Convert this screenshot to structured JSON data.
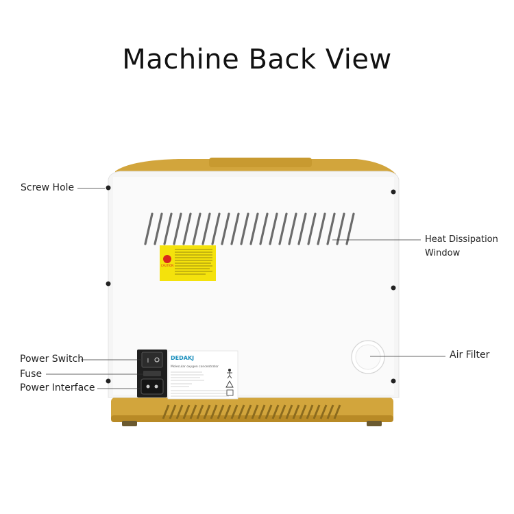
{
  "title": "Machine Back View",
  "labels": {
    "screw_hole": "Screw Hole",
    "heat_dissipation_line1": "Heat Dissipation",
    "heat_dissipation_line2": "Window",
    "air_filter": "Air Filter",
    "power_switch": "Power Switch",
    "fuse": "Fuse",
    "power_interface": "Power Interface"
  },
  "nameplate": {
    "brand": "DEDAKJ",
    "product": "Molecular oxygen concentrator"
  },
  "warning_sticker": {
    "badge": "CAUTION"
  },
  "colors": {
    "body": "#f7f7f7",
    "gold": "#d2a53c",
    "gold_dark": "#b88a26",
    "vent": "#6b6b6b",
    "sticker": "#f4e20c",
    "caution_red": "#d9281c"
  }
}
